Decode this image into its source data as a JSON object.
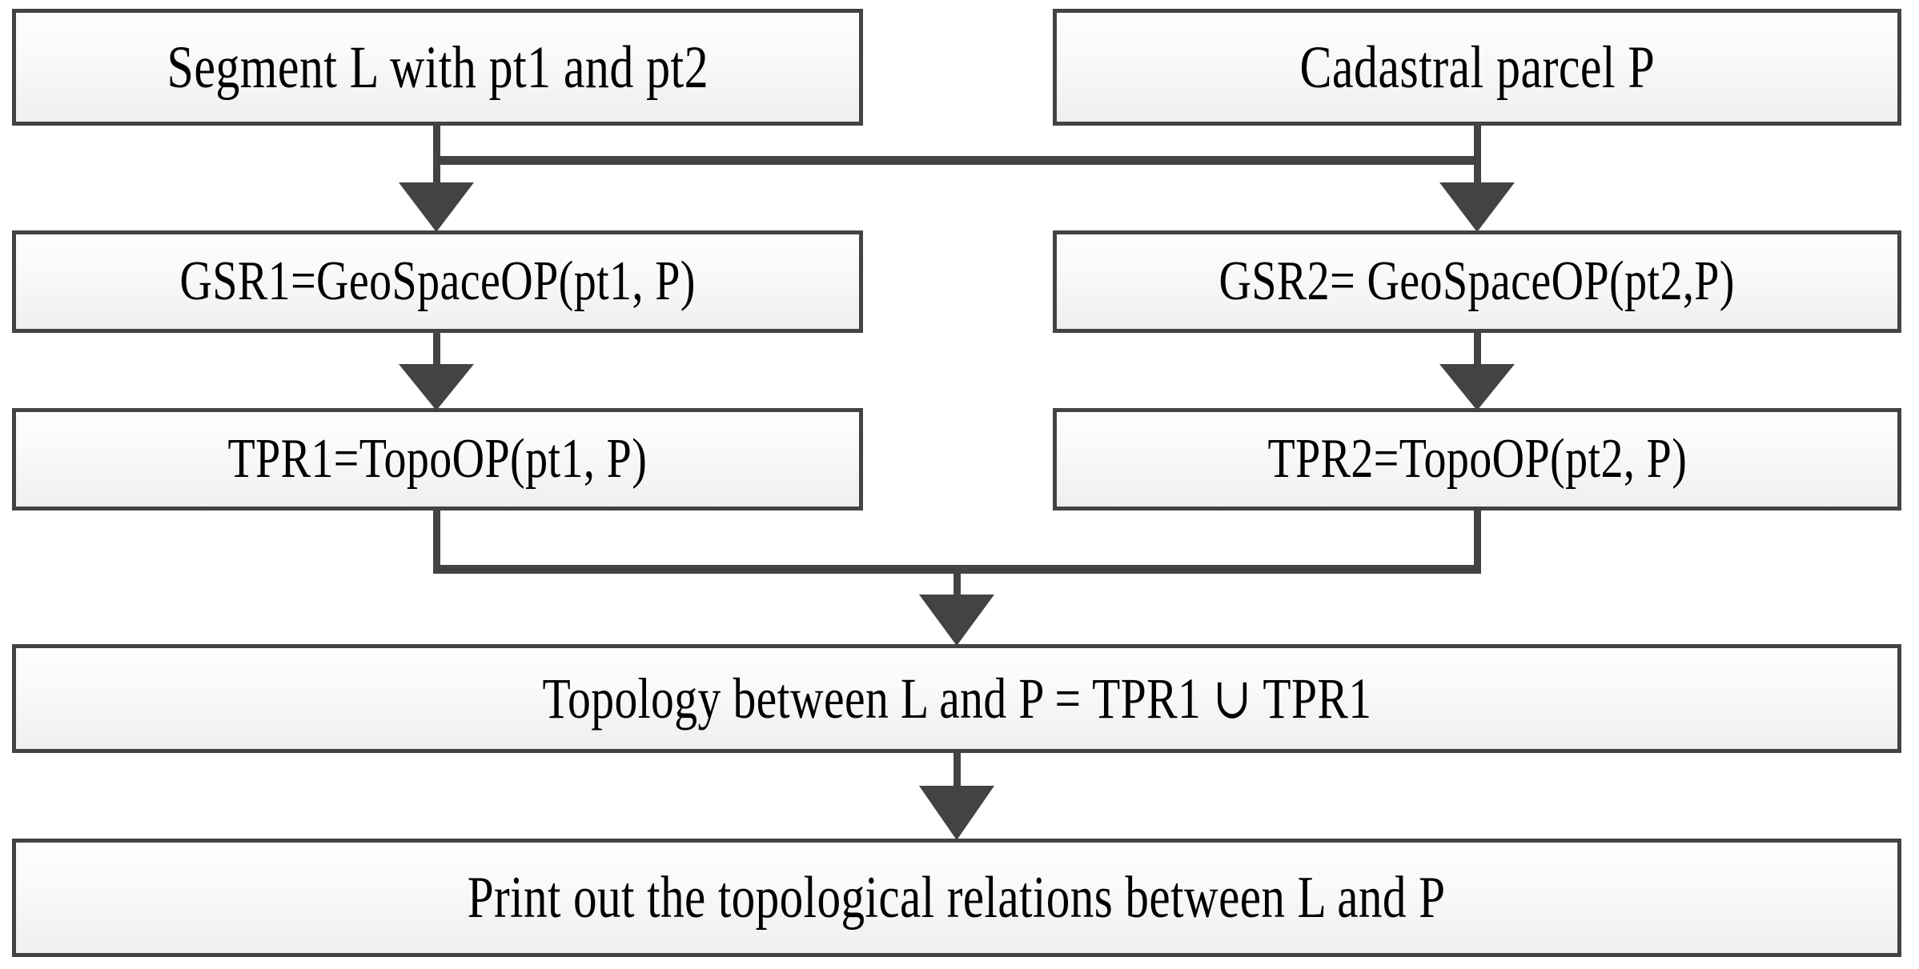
{
  "diagram": {
    "title": "Topology computation between a segment and a cadastral parcel",
    "colors": {
      "background": "#ffffff",
      "node_border": "#434343",
      "node_fill_top": "#fdfdfd",
      "node_fill_bottom": "#efefef",
      "connector": "#434343",
      "text": "#000000"
    },
    "nodes": [
      {
        "id": "segment",
        "label": "Segment L with pt1 and pt2",
        "row": 1,
        "column": "left"
      },
      {
        "id": "parcel",
        "label": "Cadastral parcel P",
        "row": 1,
        "column": "right"
      },
      {
        "id": "gsr1",
        "label": "GSR1=GeoSpaceOP(pt1, P)",
        "row": 2,
        "column": "left"
      },
      {
        "id": "gsr2",
        "label": "GSR2= GeoSpaceOP(pt2,P)",
        "row": 2,
        "column": "right"
      },
      {
        "id": "tpr1",
        "label": "TPR1=TopoOP(pt1, P)",
        "row": 3,
        "column": "left"
      },
      {
        "id": "tpr2",
        "label": "TPR2=TopoOP(pt2, P)",
        "row": 3,
        "column": "right"
      },
      {
        "id": "topology",
        "label": "Topology between L and P = TPR1 ∪ TPR1",
        "row": 4,
        "column": "full"
      },
      {
        "id": "print",
        "label": "Print out the topological relations between L and P",
        "row": 5,
        "column": "full"
      }
    ],
    "edges": [
      {
        "id": "segment-to-gsr1",
        "from": "segment",
        "to": "gsr1",
        "style": "split-arrow"
      },
      {
        "id": "segment-to-gsr2",
        "from": "segment",
        "to": "gsr2",
        "style": "split-arrow"
      },
      {
        "id": "parcel-to-gsr1",
        "from": "parcel",
        "to": "gsr1",
        "style": "split-arrow"
      },
      {
        "id": "parcel-to-gsr2",
        "from": "parcel",
        "to": "gsr2",
        "style": "split-arrow"
      },
      {
        "id": "gsr1-to-tpr1",
        "from": "gsr1",
        "to": "tpr1",
        "style": "arrow"
      },
      {
        "id": "gsr2-to-tpr2",
        "from": "gsr2",
        "to": "tpr2",
        "style": "arrow"
      },
      {
        "id": "tpr1-to-topology",
        "from": "tpr1",
        "to": "topology",
        "style": "merge-arrow"
      },
      {
        "id": "tpr2-to-topology",
        "from": "tpr2",
        "to": "topology",
        "style": "merge-arrow"
      },
      {
        "id": "topology-to-print",
        "from": "topology",
        "to": "print",
        "style": "arrow"
      }
    ]
  }
}
